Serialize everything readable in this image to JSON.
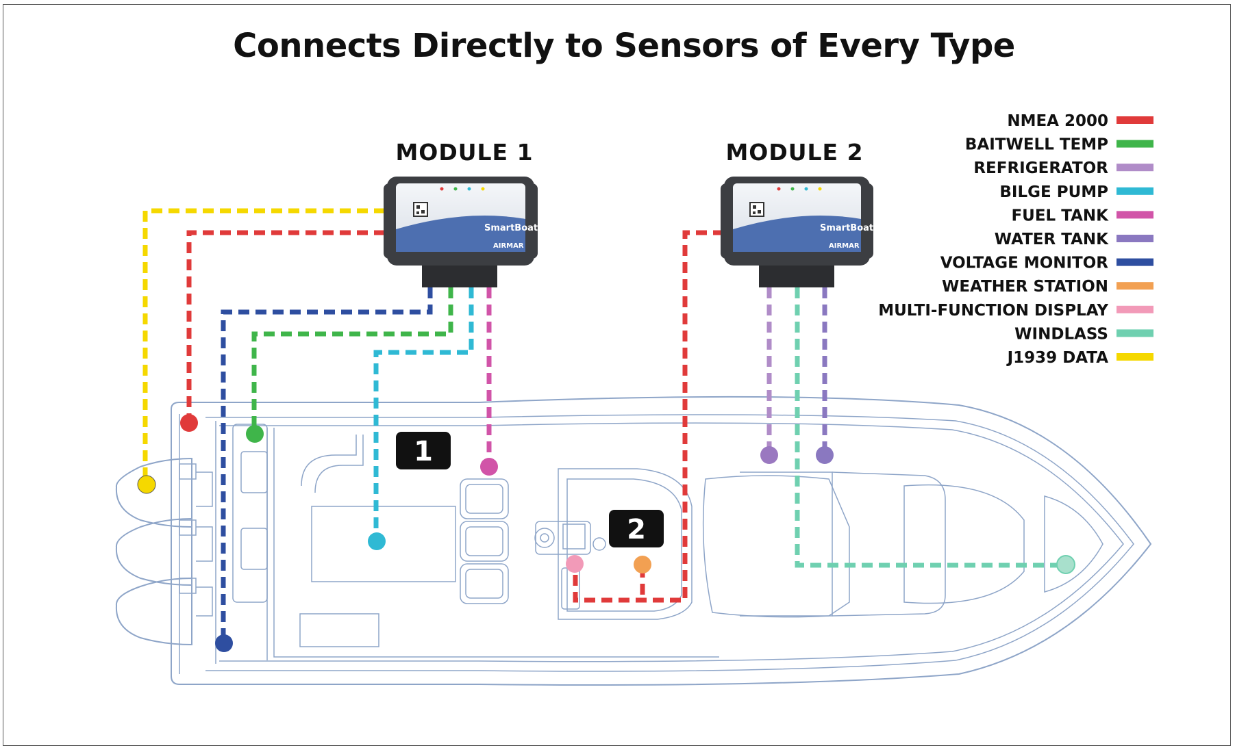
{
  "title": "Connects Directly to Sensors of Every Type",
  "modules": [
    {
      "label": "MODULE 1",
      "brand": "SmartBoat",
      "maker": "AIRMAR"
    },
    {
      "label": "MODULE 2",
      "brand": "SmartBoat",
      "maker": "AIRMAR"
    }
  ],
  "badges": [
    "1",
    "2"
  ],
  "legend": [
    {
      "label": "NMEA 2000",
      "color": "#e03a3a"
    },
    {
      "label": "BAITWELL TEMP",
      "color": "#3fb54a"
    },
    {
      "label": "REFRIGERATOR",
      "color": "#b08cc8"
    },
    {
      "label": "BILGE PUMP",
      "color": "#2fb9d4"
    },
    {
      "label": "FUEL TANK",
      "color": "#d154a8"
    },
    {
      "label": "WATER TANK",
      "color": "#8a78c0"
    },
    {
      "label": "VOLTAGE MONITOR",
      "color": "#2e4ea0"
    },
    {
      "label": "WEATHER STATION",
      "color": "#f2a052"
    },
    {
      "label": "MULTI-FUNCTION DISPLAY",
      "color": "#f29ab8"
    },
    {
      "label": "WINDLASS",
      "color": "#6fd0b0"
    },
    {
      "label": "J1939 DATA",
      "color": "#f5d800"
    }
  ]
}
